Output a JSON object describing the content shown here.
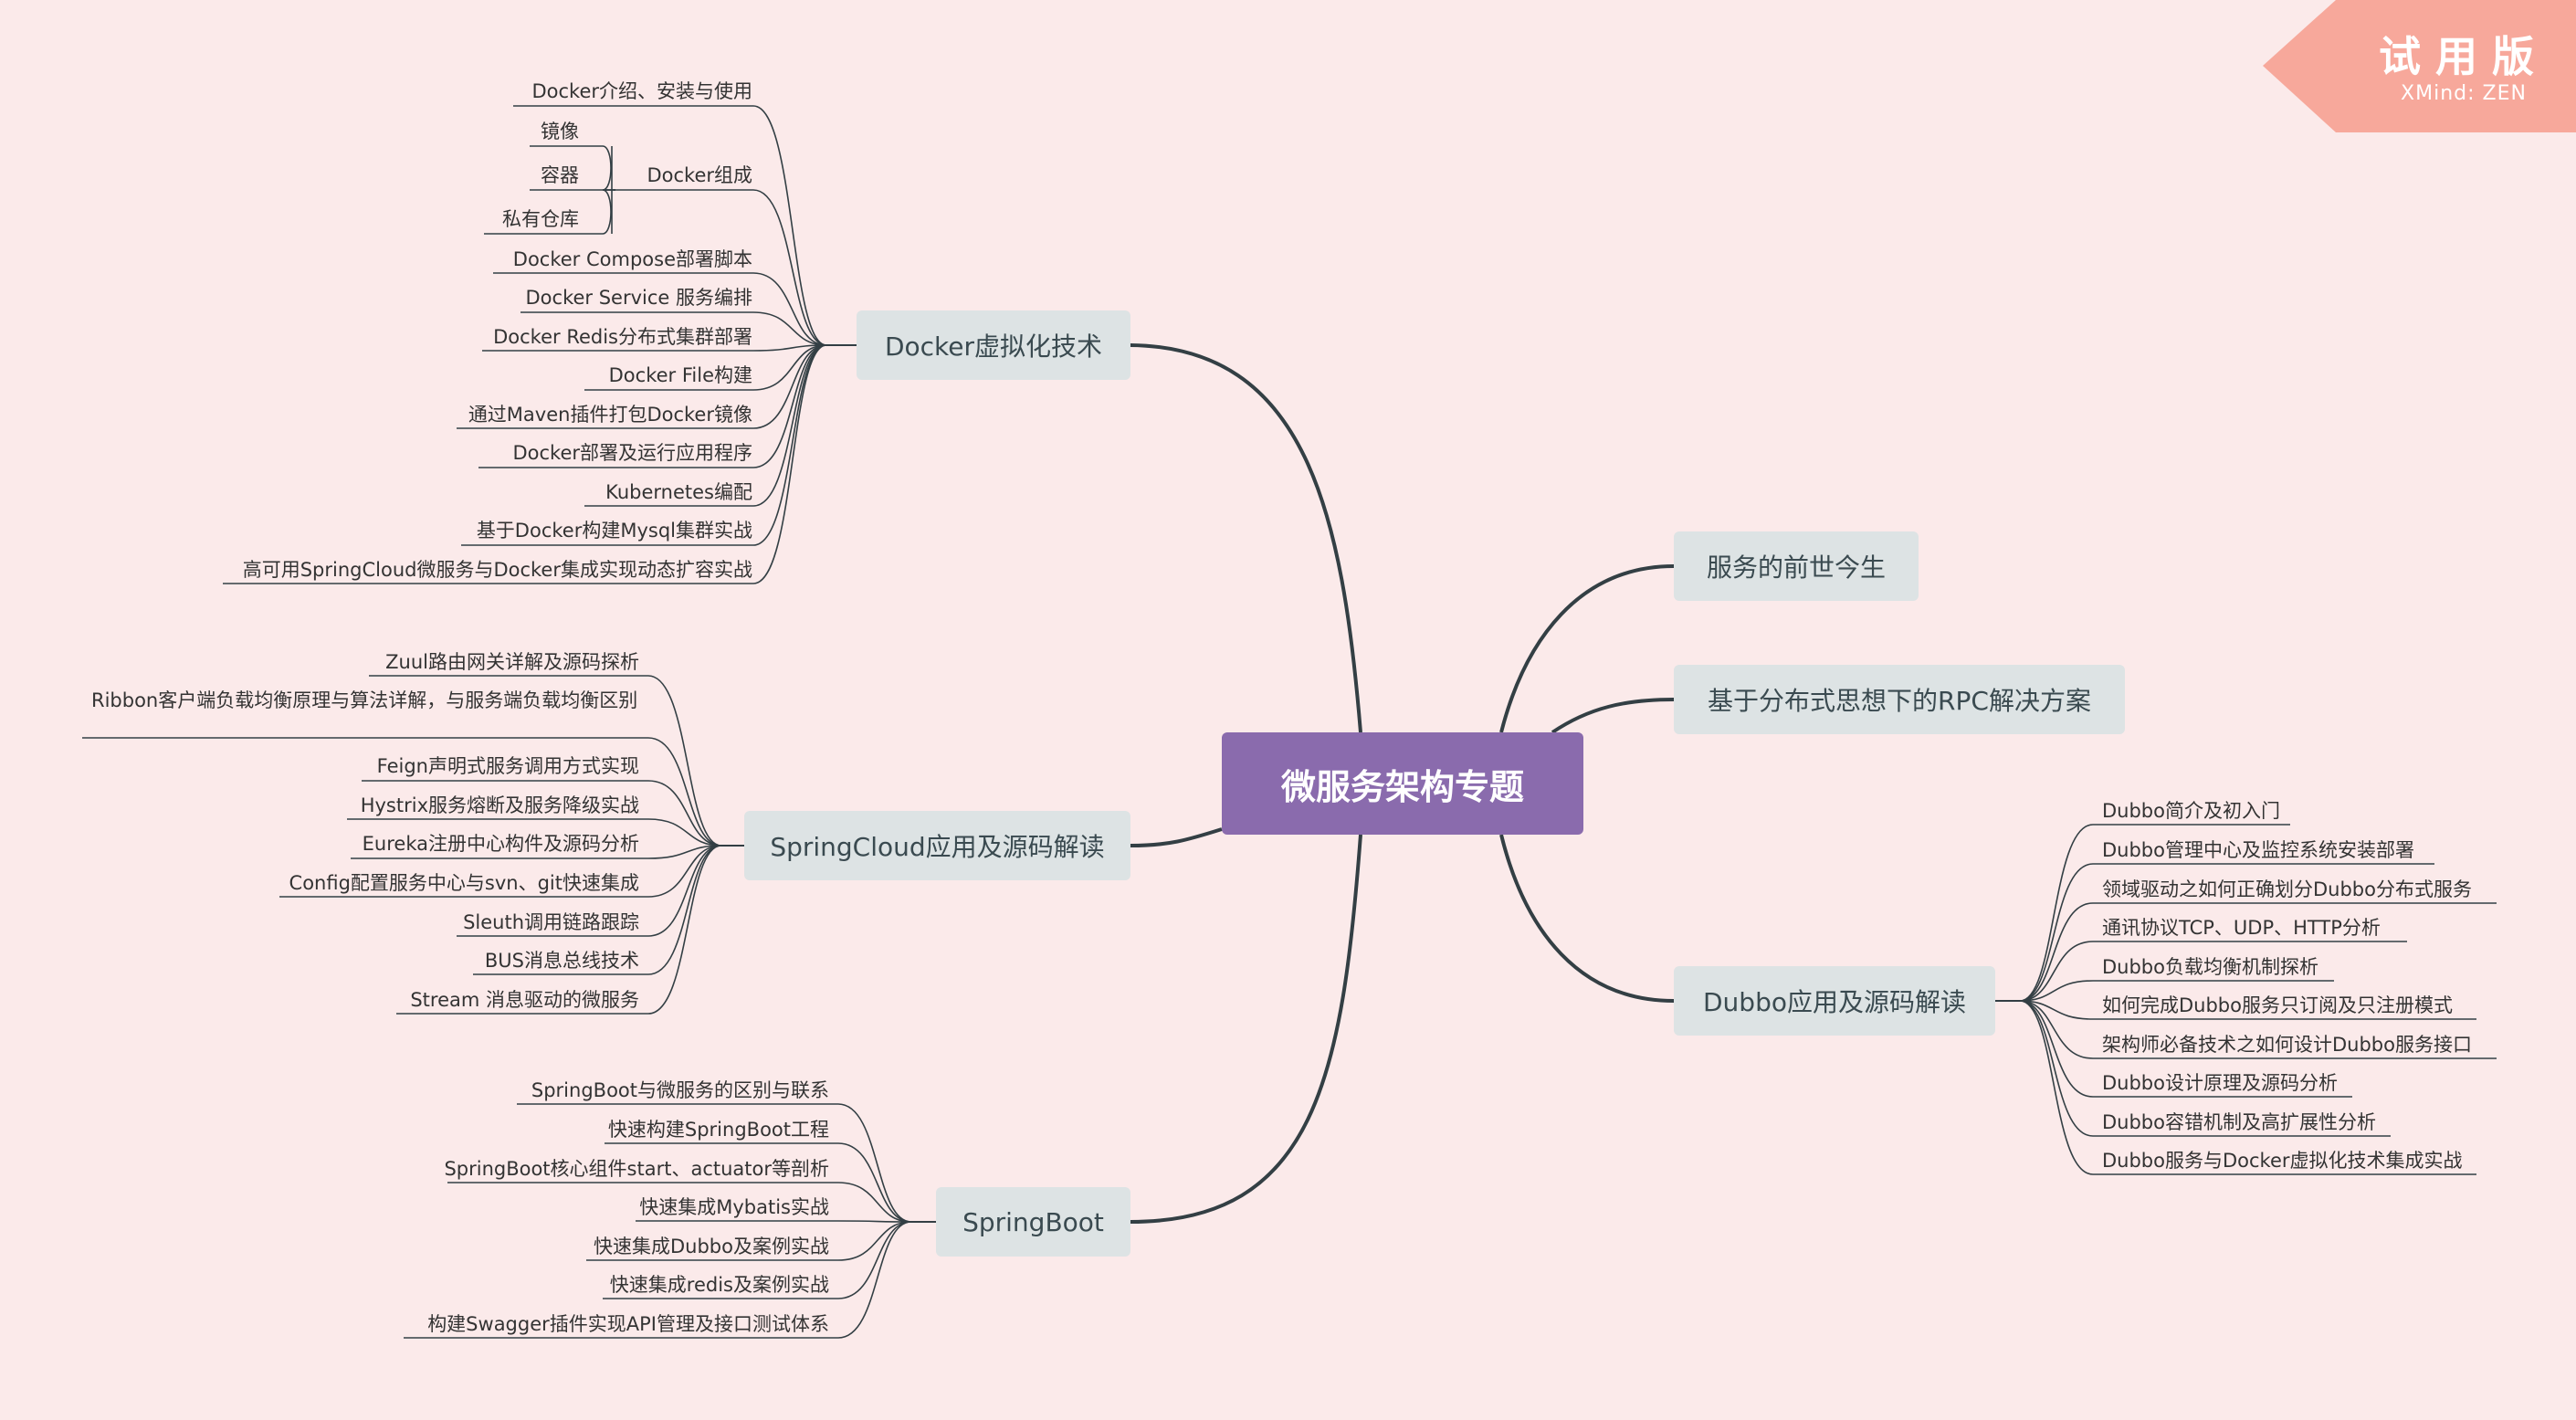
{
  "title": "微服务架构专题",
  "watermark": {
    "title": "试用版",
    "subtitle": "XMind: ZEN"
  },
  "colors": {
    "background": "#fbeaea",
    "central": "#8a6bad",
    "branch": "#dde3e4",
    "line": "#333f44",
    "badge": "#f7a89b"
  },
  "branches": {
    "docker": {
      "label": "Docker虚拟化技术",
      "items": [
        "Docker介绍、安装与使用",
        "Docker组成",
        "Docker Compose部署脚本",
        "Docker Service 服务编排",
        "Docker Redis分布式集群部署",
        "Docker File构建",
        "通过Maven插件打包Docker镜像",
        "Docker部署及运行应用程序",
        "Kubernetes编配",
        "基于Docker构建Mysql集群实战",
        "高可用SpringCloud微服务与Docker集成实现动态扩容实战"
      ],
      "sub_items": [
        "镜像",
        "容器",
        "私有仓库"
      ]
    },
    "springcloud": {
      "label": "SpringCloud应用及源码解读",
      "items": [
        "Zuul路由网关详解及源码探析",
        "Ribbon客户端负载均衡原理与算法详解，与服务端负载均衡区别",
        "Feign声明式服务调用方式实现",
        "Hystrix服务熔断及服务降级实战",
        "Eureka注册中心构件及源码分析",
        "Config配置服务中心与svn、git快速集成",
        "Sleuth调用链路跟踪",
        "BUS消息总线技术",
        "Stream 消息驱动的微服务"
      ]
    },
    "springboot": {
      "label": "SpringBoot",
      "items": [
        "SpringBoot与微服务的区别与联系",
        "快速构建SpringBoot工程",
        "SpringBoot核心组件start、actuator等剖析",
        "快速集成Mybatis实战",
        "快速集成Dubbo及案例实战",
        "快速集成redis及案例实战",
        "构建Swagger插件实现API管理及接口测试体系"
      ]
    },
    "history": {
      "label": "服务的前世今生"
    },
    "rpc": {
      "label": "基于分布式思想下的RPC解决方案"
    },
    "dubbo": {
      "label": "Dubbo应用及源码解读",
      "items": [
        "Dubbo简介及初入门",
        "Dubbo管理中心及监控系统安装部署",
        "领域驱动之如何正确划分Dubbo分布式服务",
        "通讯协议TCP、UDP、HTTP分析",
        "Dubbo负载均衡机制探析",
        "如何完成Dubbo服务只订阅及只注册模式",
        "架构师必备技术之如何设计Dubbo服务接口",
        "Dubbo设计原理及源码分析",
        "Dubbo容错机制及高扩展性分析",
        "Dubbo服务与Docker虚拟化技术集成实战"
      ]
    }
  }
}
